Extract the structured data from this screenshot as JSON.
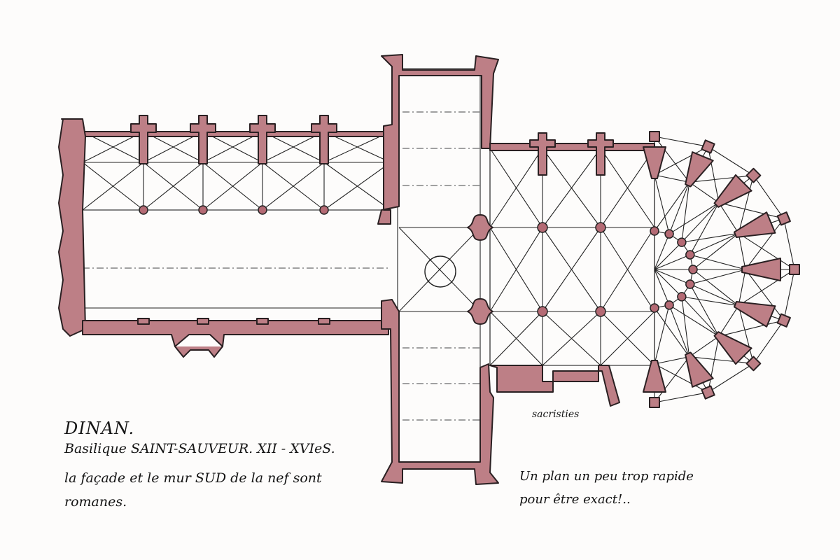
{
  "drawing": {
    "subject": "floor-plan",
    "wall_color": "#bd7f86",
    "ink_color": "#222222"
  },
  "captions": {
    "title": "DINAN.",
    "line2": "Basilique SAINT-SAUVEUR. XII - XVIeS.",
    "line3": "la façade et le mur SUD de la nef sont",
    "line4": "romanes.",
    "sacristies_label": "sacristies",
    "note_line1": "Un plan un peu trop rapide",
    "note_line2": "pour être exact!.."
  }
}
